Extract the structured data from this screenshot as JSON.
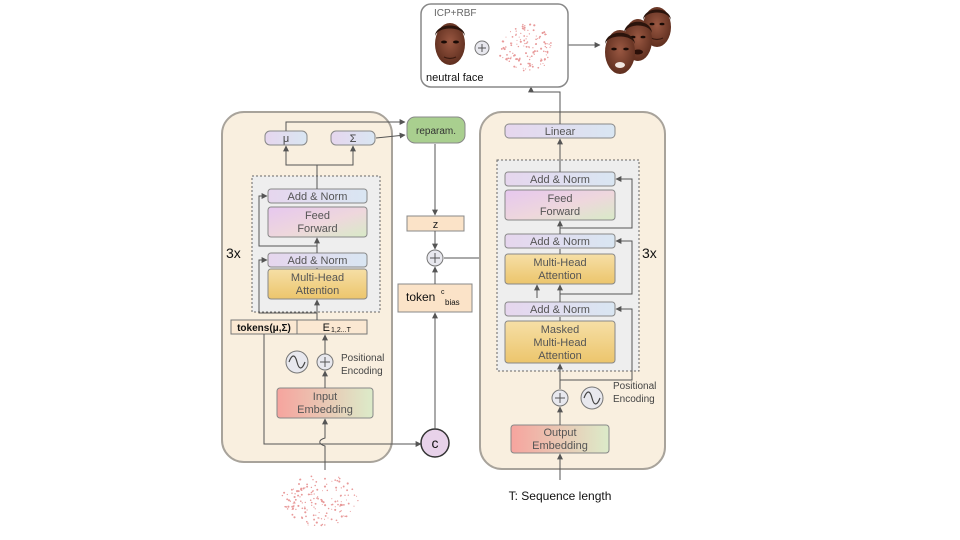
{
  "encoder": {
    "repeat_label": "3x",
    "mu_label": "μ",
    "sigma_label": "Σ",
    "add_norm_top": "Add & Norm",
    "feed_forward": [
      "Feed",
      "Forward"
    ],
    "add_norm_bottom": "Add & Norm",
    "mha": [
      "Multi-Head",
      "Attention"
    ],
    "tokens_label": "tokens(μ,Σ)",
    "embed_label_main": "E",
    "embed_label_sub": "1,2...T",
    "positional_encoding": [
      "Positional",
      "Encoding"
    ],
    "input_embedding": [
      "Input",
      "Embedding"
    ]
  },
  "middle": {
    "reparam_label": "reparam.",
    "z_label": "z",
    "token_bias_main": "token",
    "token_bias_sup": "c",
    "token_bias_sub": "bias",
    "condition_label": "c"
  },
  "decoder": {
    "repeat_label": "3x",
    "linear": "Linear",
    "add_norm_top": "Add & Norm",
    "feed_forward": [
      "Feed",
      "Forward"
    ],
    "add_norm_mid": "Add & Norm",
    "mha": [
      "Multi-Head",
      "Attention"
    ],
    "add_norm_bottom": "Add & Norm",
    "masked_mha": [
      "Masked",
      "Multi-Head",
      "Attention"
    ],
    "positional_encoding": [
      "Positional",
      "Encoding"
    ],
    "output_embedding": [
      "Output",
      "Embedding"
    ],
    "sequence_caption": "T: Sequence length"
  },
  "output_panel": {
    "method_label": "ICP+RBF",
    "neutral_caption": "neutral face"
  },
  "colors": {
    "block_bg": "#f9efdf",
    "block_border": "#a8a39b",
    "addnorm_fill": "#ddd6ee",
    "mha_fill": "#f0cf82",
    "reparam_fill": "#a9cf8f",
    "z_fill": "#fbe3c8",
    "embed_fill": "#f5a79e",
    "arrow": "#555555",
    "face_skin": "#7a3f2b",
    "point_cloud": "#e89a9a"
  }
}
